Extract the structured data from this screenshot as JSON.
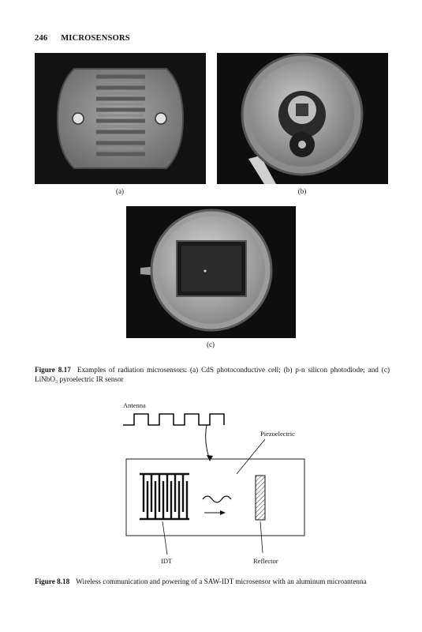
{
  "header": {
    "page_number": "246",
    "running_title": "MICROSENSORS"
  },
  "figure_817": {
    "labels": {
      "a": "(a)",
      "b": "(b)",
      "c": "(c)"
    },
    "caption_label": "Figure 8.17",
    "caption_text": "Examples of radiation microsensors: (a) CdS photoconductive cell; (b) p-n silicon photodiode; and (c) LiNbO₃ pyroelectric IR sensor"
  },
  "figure_818": {
    "labels": {
      "antenna": "Antenna",
      "piezoelectric": "Piezoelectric",
      "idt": "IDT",
      "reflector": "Reflector"
    },
    "caption_label": "Figure 8.18",
    "caption_text": "Wireless communication and powering of a SAW-IDT microsensor with an aluminum microantenna"
  }
}
